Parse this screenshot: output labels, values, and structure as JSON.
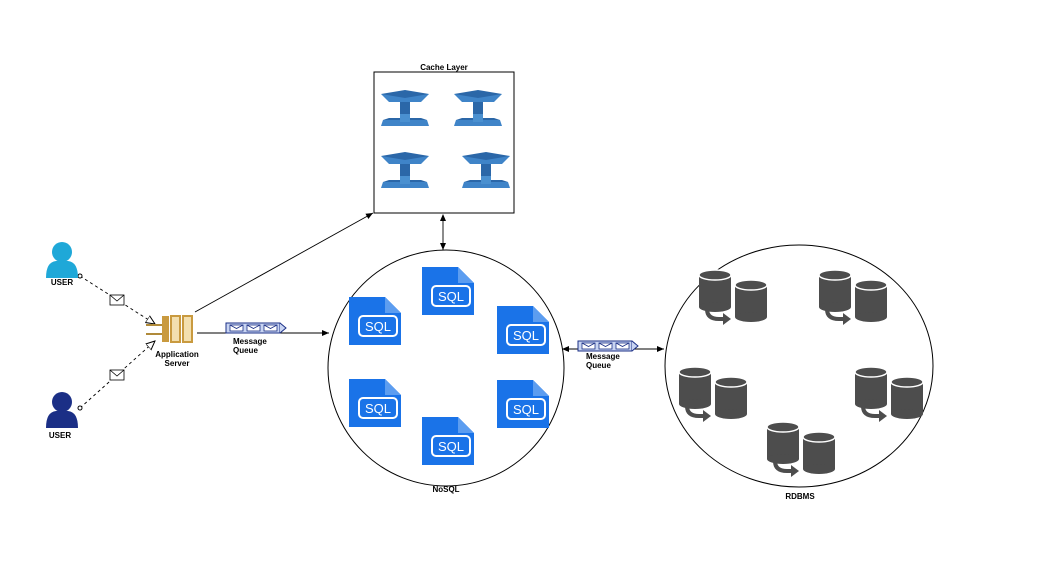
{
  "cache": {
    "title": "Cache Layer",
    "node_count": 4,
    "icon": "cache-node-icon",
    "color": "#2e73b8"
  },
  "nosql": {
    "label": "NoSQL",
    "node_count": 6,
    "icon": "sql-document-icon",
    "color": "#1a73e8",
    "node_text": "SQL"
  },
  "rdbms": {
    "label": "RDBMS",
    "node_count": 5,
    "icon": "database-replica-icon",
    "color": "#555555"
  },
  "users": [
    {
      "label": "USER",
      "color": "#1fa8d8"
    },
    {
      "label": "USER",
      "color": "#1b2f86"
    }
  ],
  "app_server": {
    "label_line1": "Application",
    "label_line2": "Server",
    "color": "#d8b15c"
  },
  "queues": [
    {
      "label_line1": "Message",
      "label_line2": "Queue"
    },
    {
      "label_line1": "Message",
      "label_line2": "Queue"
    }
  ]
}
